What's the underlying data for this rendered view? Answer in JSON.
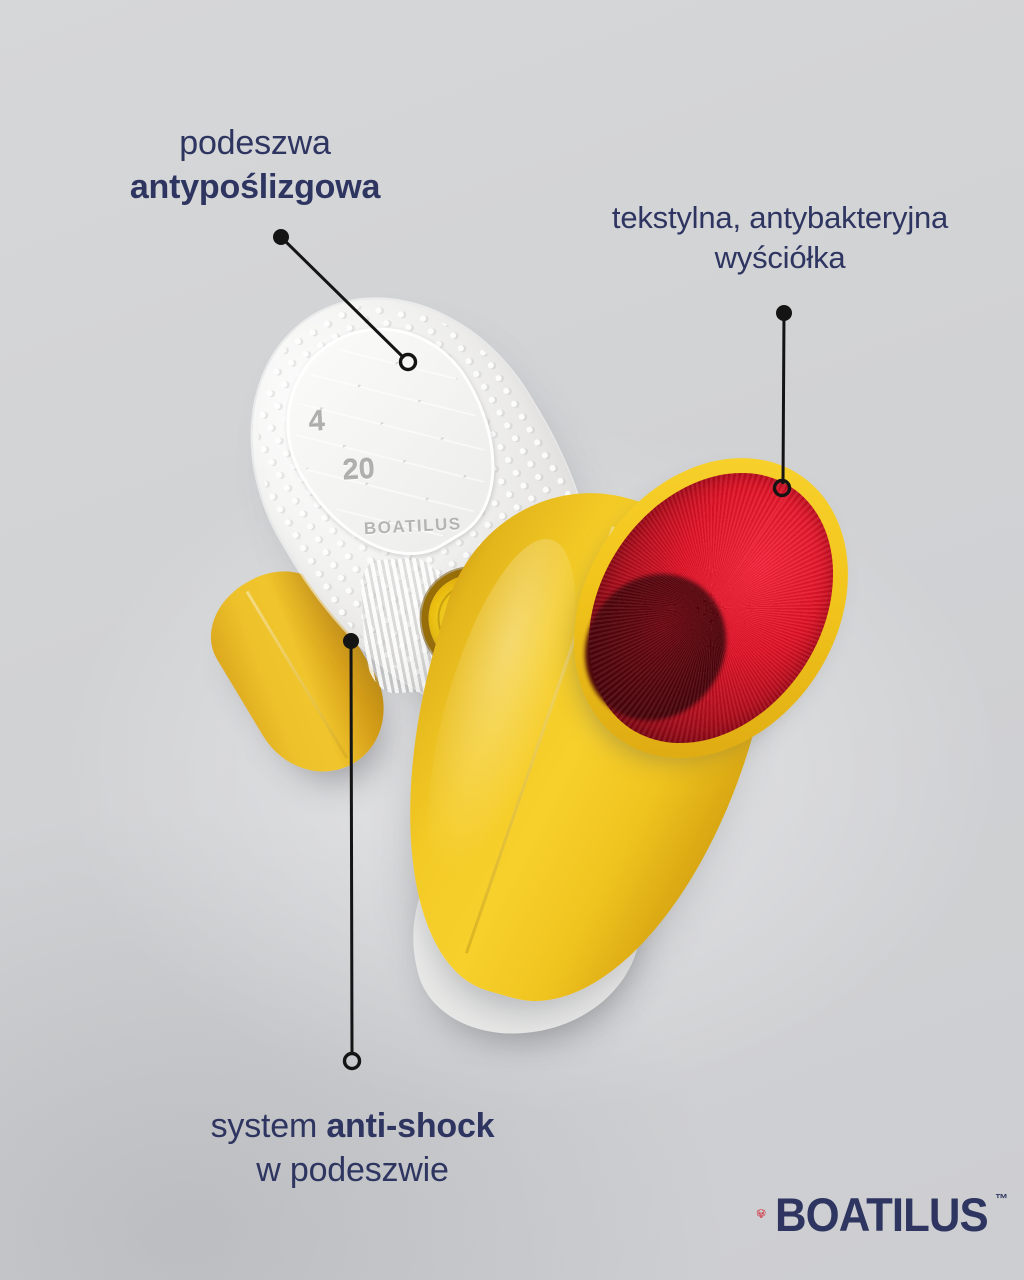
{
  "meta": {
    "background_color": "#d3d4d6",
    "text_color": "#2e3560",
    "leader_color": "#141414",
    "language": "pl"
  },
  "callouts": [
    {
      "id": "sole",
      "line1": "podeszwa",
      "line2": "antypoślizgowa",
      "line1_bold": false,
      "line2_bold": true
    },
    {
      "id": "lining",
      "line1": "tekstylna, antybakteryjna",
      "line2": "wyściółka",
      "line1_bold": false,
      "line2_bold": false
    },
    {
      "id": "antishock",
      "line1_a": "system ",
      "line1_b": "anti-shock",
      "line2": "w podeszwie",
      "line1_b_bold": true,
      "line2_bold": false
    }
  ],
  "product": {
    "sole_size_marking_a": "4",
    "sole_size_marking_b": "20",
    "sole_embossed_brand": "BOATILUS",
    "sole_color": "#f3f3f2",
    "boot_body_color": "#f4cb26",
    "boot_rim_color": "#f2c51c",
    "lining_color": "#e01226",
    "lining_shadow_color": "#7e0812",
    "antishock_disc_color": "#f6cc15",
    "antishock_ring_color": "#9a6f08"
  },
  "logo": {
    "wordmark": "BOATILUS",
    "trademark": "™",
    "word_color": "#2e3560",
    "dog_color": "#d22030",
    "icon": "dog-head-icon"
  }
}
